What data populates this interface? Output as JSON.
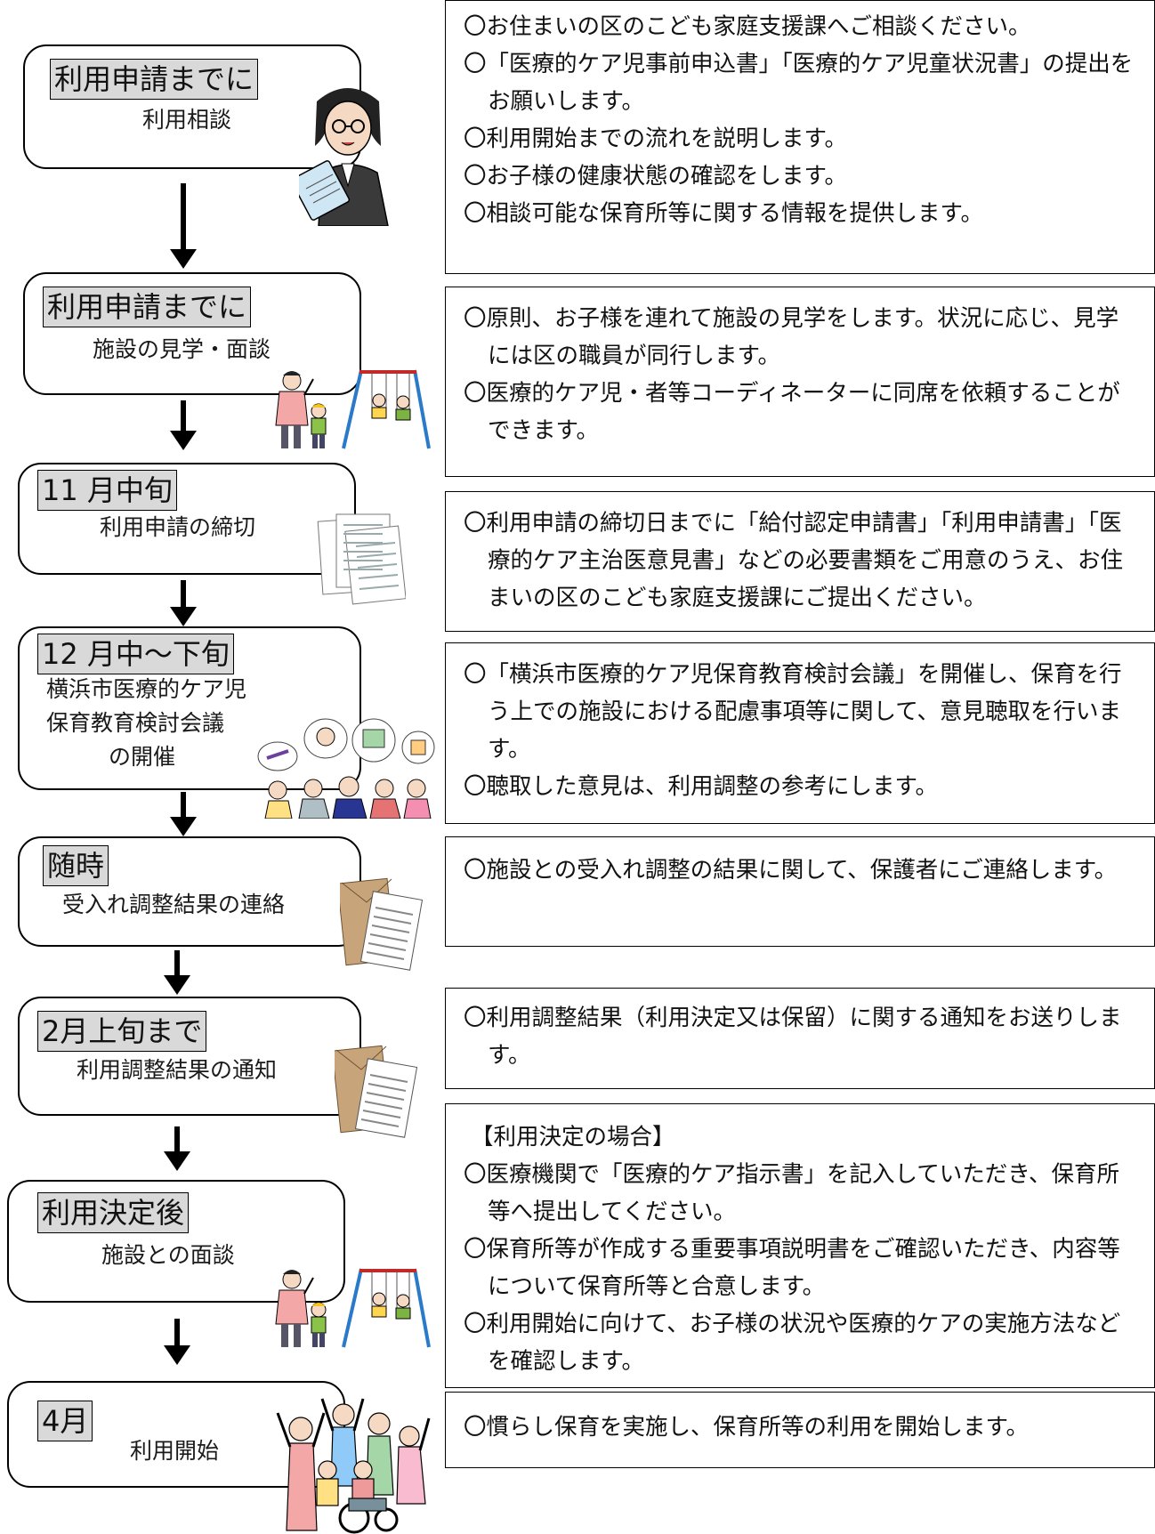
{
  "steps": [
    {
      "tag": "利用申請までに",
      "sub": "利用相談"
    },
    {
      "tag": "利用申請までに",
      "sub": "施設の見学・面談"
    },
    {
      "tag": "11 月中旬",
      "sub": "利用申請の締切"
    },
    {
      "tag": "12 月中～下旬",
      "sub_lines": [
        "横浜市医療的ケア児",
        "保育教育検討会議",
        "の開催"
      ]
    },
    {
      "tag": "随時",
      "sub": "受入れ調整結果の連絡"
    },
    {
      "tag": "2月上旬まで",
      "sub": "利用調整結果の通知"
    },
    {
      "tag": "利用決定後",
      "sub": "施設との面談"
    },
    {
      "tag": "4月",
      "sub": "利用開始"
    }
  ],
  "descriptions": [
    [
      "〇お住まいの区のこども家庭支援課へご相談ください。",
      "〇「医療的ケア児事前申込書」「医療的ケア児童状況書」の提出をお願いします。",
      "〇利用開始までの流れを説明します。",
      "〇お子様の健康状態の確認をします。",
      "〇相談可能な保育所等に関する情報を提供します。"
    ],
    [
      "〇原則、お子様を連れて施設の見学をします。状況に応じ、見学には区の職員が同行します。",
      "〇医療的ケア児・者等コーディネーターに同席を依頼することができます。"
    ],
    [
      "〇利用申請の締切日までに「給付認定申請書」「利用申請書」「医療的ケア主治医意見書」などの必要書類をご用意のうえ、お住まいの区のこども家庭支援課にご提出ください。"
    ],
    [
      "〇「横浜市医療的ケア児保育教育検討会議」を開催し、保育を行う上での施設における配慮事項等に関して、意見聴取を行います。",
      "〇聴取した意見は、利用調整の参考にします。"
    ],
    [
      "〇施設との受入れ調整の結果に関して、保護者にご連絡します。"
    ],
    [
      "〇利用調整結果（利用決定又は保留）に関する通知をお送りします。"
    ],
    [
      "【利用決定の場合】",
      "〇医療機関で「医療的ケア指示書」を記入していただき、保育所等へ提出してください。",
      "〇保育所等が作成する重要事項説明書をご確認いただき、内容等について保育所等と合意します。",
      "〇利用開始に向けて、お子様の状況や医療的ケアの実施方法などを確認します。"
    ],
    [
      "〇慣らし保育を実施し、保育所等の利用を開始します。"
    ]
  ]
}
